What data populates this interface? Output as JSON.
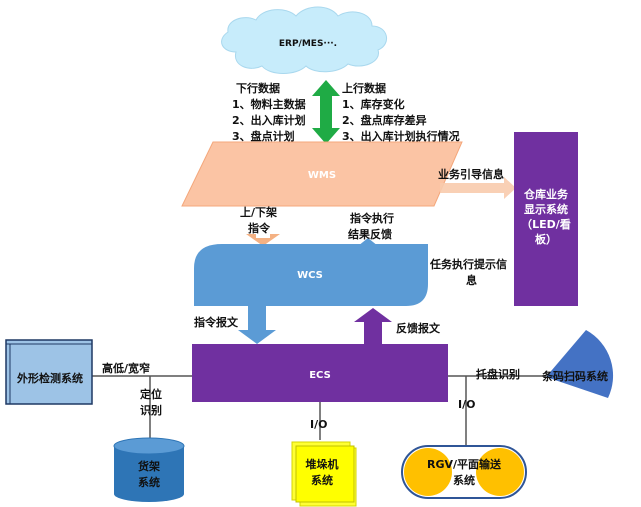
{
  "cloud": {
    "label": "ERP/MES···."
  },
  "downlink": {
    "title": "下行数据",
    "items": [
      "1、物料主数据",
      "2、出入库计划",
      "3、盘点计划"
    ]
  },
  "uplink": {
    "title": "上行数据",
    "items": [
      "1、库存变化",
      "2、盘点库存差异",
      "3、出入库计划执行情况"
    ]
  },
  "wms": {
    "label": "WMS"
  },
  "business_guidance": {
    "label": "业务引导信息"
  },
  "warehouse_display": {
    "lines": [
      "仓库业务",
      "显示系统",
      "（LED/看",
      "板）"
    ]
  },
  "shelf_cmd": {
    "lines": [
      "上/下架",
      "指令"
    ]
  },
  "cmd_exec": {
    "lines": [
      "指令执行",
      "结果反馈"
    ]
  },
  "wcs": {
    "label": "WCS"
  },
  "task_exec_info": {
    "lines": [
      "任务执行提示信",
      "息"
    ]
  },
  "cmd_msg": {
    "label": "指令报文"
  },
  "feedback_msg": {
    "label": "反馈报文"
  },
  "ecs": {
    "label": "ECS"
  },
  "shape_detection": {
    "label": "外形检测系统"
  },
  "height_width": {
    "label": "高低/宽窄"
  },
  "positioning": {
    "lines": [
      "定位",
      "识别"
    ]
  },
  "shelf_system": {
    "lines": [
      "货架",
      "系统"
    ]
  },
  "io_stacker": {
    "label": "I/O"
  },
  "stacker_system": {
    "lines": [
      "堆垛机",
      "系统"
    ]
  },
  "io_rgv": {
    "label": "I/O"
  },
  "rgv_system": {
    "lines": [
      "RGV/平面输送",
      "系统"
    ]
  },
  "pallet_recog": {
    "label": "托盘识别"
  },
  "barcode_system": {
    "label": "条码扫码系统"
  },
  "colors": {
    "cloud": "#c7ecfb",
    "wms": "#fbc4a4",
    "purple": "#7030a0",
    "blue": "#5b9bd5",
    "green": "#1fab45",
    "salmon": "#f4b183",
    "yellow_doc": "#ffff33",
    "cylinder": "#2e75b6",
    "roller": "#ffc000",
    "barcode_fan": "#4472c4"
  }
}
